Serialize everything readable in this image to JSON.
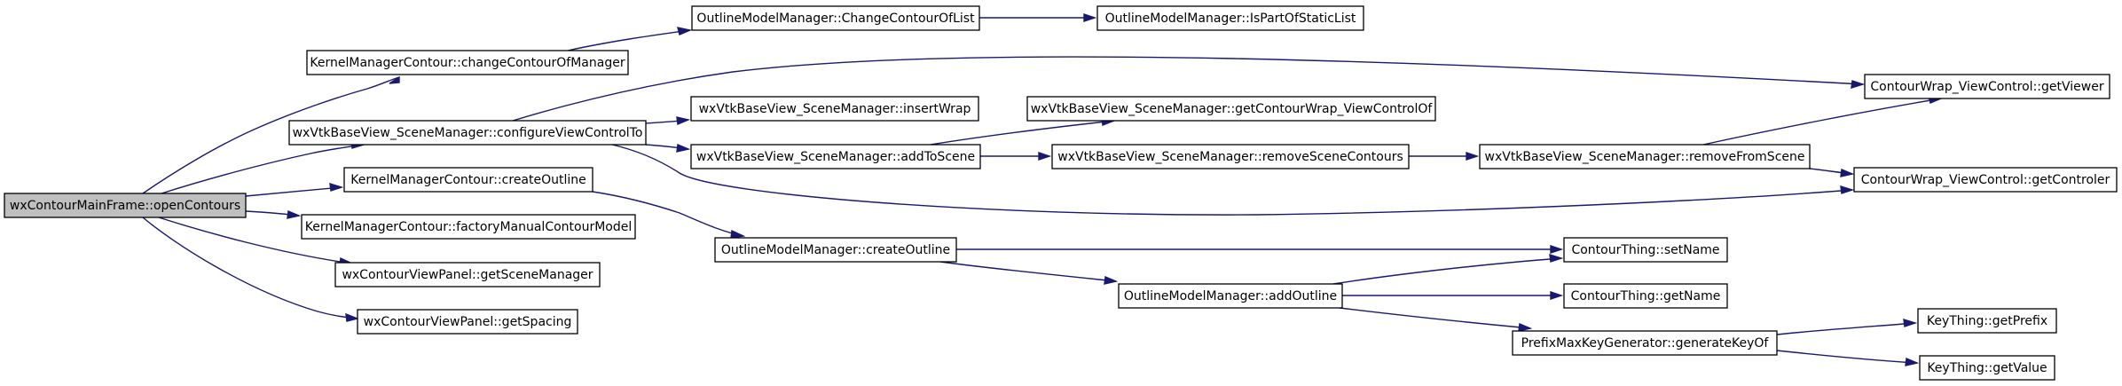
{
  "colors": {
    "edge": "#191970",
    "root_fill": "#bfbfbf",
    "node_fill": "#ffffff"
  },
  "nodes": {
    "open": "wxContourMainFrame::openContours",
    "kmc_change": "KernelManagerContour::changeContourOfManager",
    "configure": "wxVtkBaseView_SceneManager::configureViewControlTo",
    "kmc_create": "KernelManagerContour::createOutline",
    "factory": "KernelManagerContour::factoryManualContourModel",
    "get_scene": "wxContourViewPanel::getSceneManager",
    "get_spacing": "wxContourViewPanel::getSpacing",
    "omm_change": "OutlineModelManager::ChangeContourOfList",
    "omm_static": "OutlineModelManager::IsPartOfStaticList",
    "insert_wrap": "wxVtkBaseView_SceneManager::insertWrap",
    "add_to_scene": "wxVtkBaseView_SceneManager::addToScene",
    "get_wrap": "wxVtkBaseView_SceneManager::getContourWrap_ViewControlOf",
    "remove_contours": "wxVtkBaseView_SceneManager::removeSceneContours",
    "remove_from": "wxVtkBaseView_SceneManager::removeFromScene",
    "get_viewer": "ContourWrap_ViewControl::getViewer",
    "get_controler": "ContourWrap_ViewControl::getControler",
    "omm_create": "OutlineModelManager::createOutline",
    "add_outline": "OutlineModelManager::addOutline",
    "set_name": "ContourThing::setName",
    "get_name": "ContourThing::getName",
    "gen_key": "PrefixMaxKeyGenerator::generateKeyOf",
    "get_prefix": "KeyThing::getPrefix",
    "get_value": "KeyThing::getValue"
  },
  "edges": [
    [
      "open",
      "kmc_change"
    ],
    [
      "open",
      "configure"
    ],
    [
      "open",
      "kmc_create"
    ],
    [
      "open",
      "factory"
    ],
    [
      "open",
      "get_scene"
    ],
    [
      "open",
      "get_spacing"
    ],
    [
      "kmc_change",
      "omm_change"
    ],
    [
      "omm_change",
      "omm_static"
    ],
    [
      "configure",
      "insert_wrap"
    ],
    [
      "configure",
      "add_to_scene"
    ],
    [
      "configure",
      "get_viewer"
    ],
    [
      "configure",
      "get_controler"
    ],
    [
      "add_to_scene",
      "get_wrap"
    ],
    [
      "add_to_scene",
      "remove_contours"
    ],
    [
      "remove_contours",
      "remove_from"
    ],
    [
      "remove_from",
      "get_viewer"
    ],
    [
      "remove_from",
      "get_controler"
    ],
    [
      "kmc_create",
      "omm_create"
    ],
    [
      "omm_create",
      "set_name"
    ],
    [
      "omm_create",
      "add_outline"
    ],
    [
      "add_outline",
      "set_name"
    ],
    [
      "add_outline",
      "get_name"
    ],
    [
      "add_outline",
      "gen_key"
    ],
    [
      "gen_key",
      "get_prefix"
    ],
    [
      "gen_key",
      "get_value"
    ]
  ]
}
